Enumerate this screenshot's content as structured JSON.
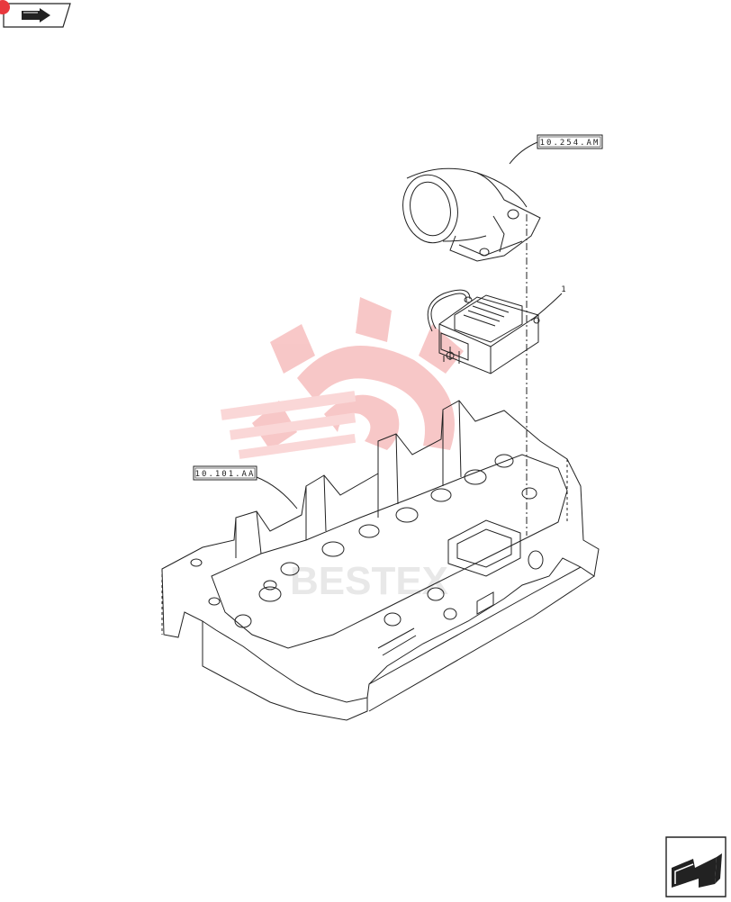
{
  "callouts": {
    "intake_elbow": "10.254.AM",
    "cylinder_head": "10.101.AA",
    "heater_item": "1"
  },
  "watermark": {
    "text": "BESTEX",
    "color": "#f3b0b0"
  },
  "colors": {
    "brand_red": "#e8383d",
    "line": "#222222"
  },
  "icons": {
    "prev_nav": "arrow-back-icon",
    "next_nav": "arrow-forward-icon"
  }
}
